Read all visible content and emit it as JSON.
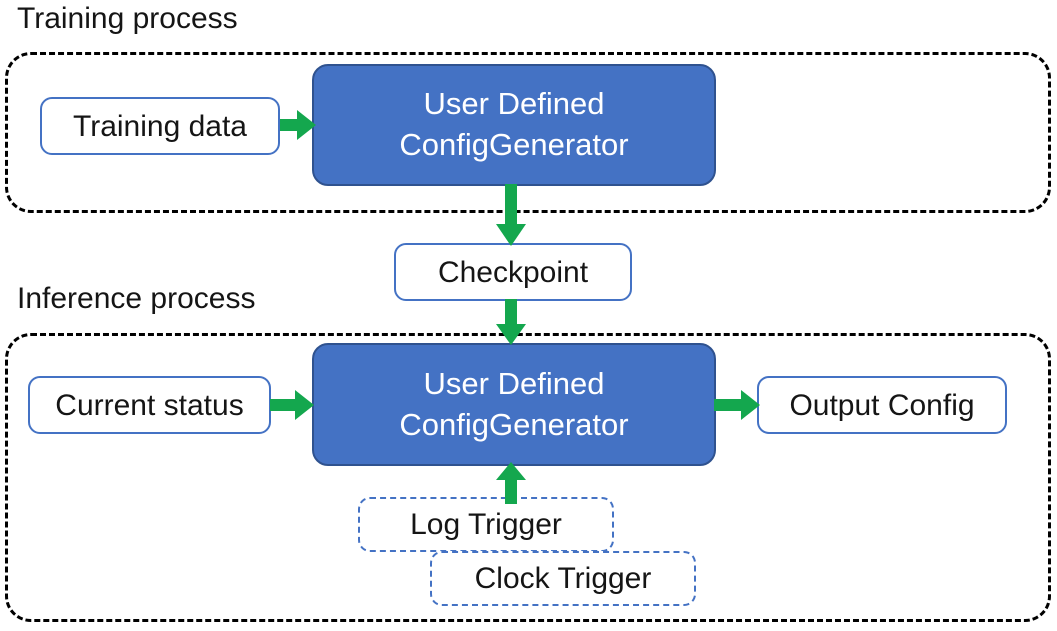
{
  "diagram": {
    "title_training": "Training process",
    "title_inference": "Inference process",
    "colors": {
      "process_fill": "#4472C4",
      "process_stroke": "#2F528F",
      "node_stroke": "#4472C4",
      "arrow": "#14A74E",
      "container_stroke": "#000000",
      "text_dark": "#151515",
      "text_light": "#FFFFFF",
      "background": "#FFFFFF"
    },
    "training": {
      "container_label": "Training process",
      "input_node": "Training data",
      "generator_line1": "User Defined",
      "generator_line2": "ConfigGenerator"
    },
    "checkpoint": {
      "label": "Checkpoint"
    },
    "inference": {
      "container_label": "Inference process",
      "input_node": "Current status",
      "generator_line1": "User Defined",
      "generator_line2": "ConfigGenerator",
      "output_node": "Output Config",
      "triggers": [
        {
          "label": "Log Trigger"
        },
        {
          "label": "Clock Trigger"
        }
      ]
    },
    "arrows": [
      {
        "name": "training-data-to-generator",
        "from": "Training data",
        "to": "User Defined ConfigGenerator",
        "direction": "right"
      },
      {
        "name": "generator-to-checkpoint",
        "from": "User Defined ConfigGenerator",
        "to": "Checkpoint",
        "direction": "down"
      },
      {
        "name": "checkpoint-to-generator",
        "from": "Checkpoint",
        "to": "User Defined ConfigGenerator",
        "direction": "down"
      },
      {
        "name": "current-status-to-generator",
        "from": "Current status",
        "to": "User Defined ConfigGenerator",
        "direction": "right"
      },
      {
        "name": "generator-to-output",
        "from": "User Defined ConfigGenerator",
        "to": "Output Config",
        "direction": "right"
      },
      {
        "name": "triggers-to-generator",
        "from": "Log Trigger / Clock Trigger",
        "to": "User Defined ConfigGenerator",
        "direction": "up"
      }
    ]
  }
}
